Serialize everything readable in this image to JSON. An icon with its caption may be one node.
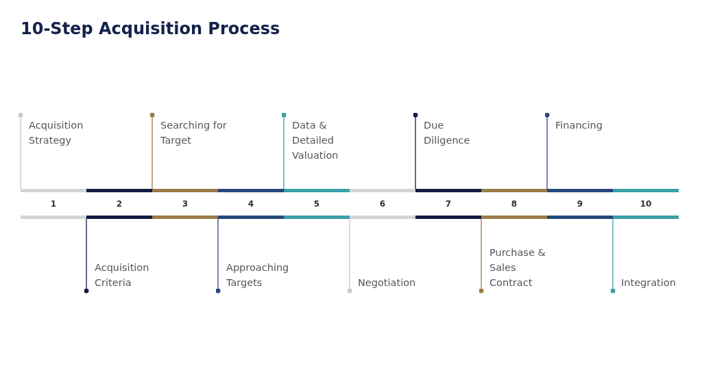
{
  "diagram": {
    "title": "10-Step Acquisition Process",
    "nodes": [
      {
        "text": [
          "1"
        ]
      },
      {
        "text": [
          "2"
        ]
      },
      {
        "text": [
          "3"
        ]
      },
      {
        "text": [
          "4"
        ]
      },
      {
        "text": [
          "5"
        ]
      },
      {
        "text": [
          "6"
        ]
      },
      {
        "text": [
          "7"
        ]
      },
      {
        "text": [
          "8"
        ]
      },
      {
        "text": [
          "9"
        ]
      },
      {
        "text": [
          "10"
        ]
      },
      {
        "text": [
          "Acquisition Strategy"
        ]
      },
      {
        "text": [
          "Acquisition Criteria"
        ]
      },
      {
        "text": [
          "Searching for Target"
        ]
      },
      {
        "text": [
          "Approaching Targets"
        ]
      },
      {
        "text": [
          "Data & Detailed Valuation"
        ]
      },
      {
        "text": [
          "Negotiation"
        ]
      },
      {
        "text": [
          "Due Diligence"
        ]
      },
      {
        "text": [
          "Purchase & Sales Contract"
        ]
      },
      {
        "text": [
          "Financing"
        ]
      },
      {
        "text": [
          "Integration"
        ]
      }
    ],
    "edges": [
      {
        "from": 10,
        "to": 0,
        "arrow": "other",
        "color": "#c8c8c8"
      },
      {
        "from": 11,
        "to": 1,
        "arrow": "other",
        "color": "#141c45"
      },
      {
        "from": 12,
        "to": 2,
        "arrow": "other",
        "color": "#9a7b47"
      },
      {
        "from": 13,
        "to": 3,
        "arrow": "other",
        "color": "#24487a"
      },
      {
        "from": 14,
        "to": 4,
        "arrow": "other",
        "color": "#3a9fa8"
      },
      {
        "from": 15,
        "to": 5,
        "arrow": "other",
        "color": "#c8c8c8"
      },
      {
        "from": 16,
        "to": 6,
        "arrow": "other",
        "color": "#141c45"
      },
      {
        "from": 17,
        "to": 7,
        "arrow": "other",
        "color": "#9a7b47"
      },
      {
        "from": 18,
        "to": 8,
        "arrow": "other",
        "color": "#24487a"
      },
      {
        "from": 19,
        "to": 9,
        "arrow": "other",
        "color": "#3a9fa8"
      }
    ]
  }
}
